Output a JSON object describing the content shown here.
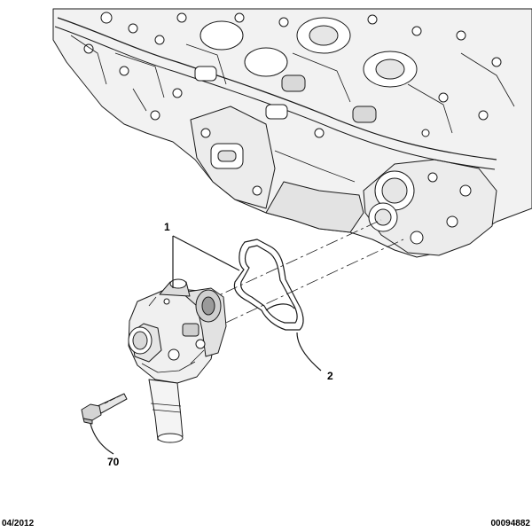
{
  "callouts": [
    {
      "id": "callout-1",
      "label": "1"
    },
    {
      "id": "callout-2",
      "label": "2"
    },
    {
      "id": "callout-70",
      "label": "70"
    }
  ],
  "footer": {
    "date": "04/2012",
    "reference": "00094882"
  },
  "colors": {
    "line": "#1a1a1a",
    "fill": "#f2f2f2",
    "shade": "#d9d9d9",
    "dark": "#8c8c8c"
  }
}
